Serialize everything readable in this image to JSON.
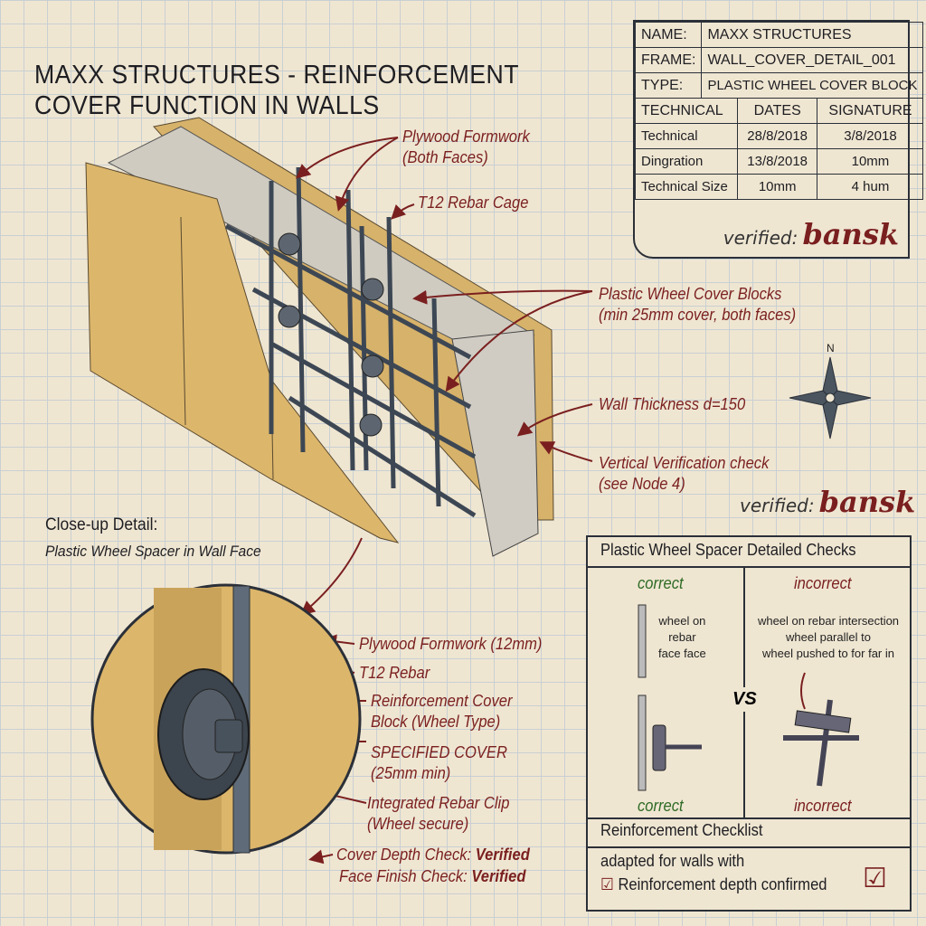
{
  "title": {
    "line1": "MAXX STRUCTURES - REINFORCEMENT",
    "line2": "COVER FUNCTION IN WALLS"
  },
  "title_block": {
    "name_label": "NAME:",
    "name": "MAXX STRUCTURES",
    "frame_label": "FRAME:",
    "frame": "WALL_COVER_DETAIL_001",
    "type_label": "TYPE:",
    "type": "PLASTIC WHEEL COVER BLOCK",
    "headers": [
      "TECHNICAL",
      "DATES",
      "SIGNATURE"
    ],
    "rows": [
      [
        "Technical",
        "28/8/2018",
        "3/8/2018"
      ],
      [
        "Dingration",
        "13/8/2018",
        "10mm"
      ],
      [
        "Technical Size",
        "10mm",
        "4 hum"
      ]
    ],
    "verified_label": "verified:",
    "verified_sig": "bansk"
  },
  "callouts": {
    "plywood1": "Plywood Formwork",
    "plywood2": "(Both Faces)",
    "rebar_cage": "T12 Rebar Cage",
    "wheel1": "Plastic Wheel Cover Blocks",
    "wheel2": "(min 25mm cover, both faces)",
    "thickness": "Wall Thickness d=150",
    "vert1": "Vertical Verification check",
    "vert2": "(see Node 4)",
    "verified_label": "verified:",
    "verified_sig": "bansk"
  },
  "closeup": {
    "heading": "Close-up Detail:",
    "subheading": "Plastic Wheel Spacer in Wall Face",
    "labels": [
      "Plywood Formwork (12mm)",
      "T12 Rebar",
      "Reinforcement Cover",
      "Block (Wheel Type)",
      "SPECIFIED COVER",
      "(25mm min)",
      "Integrated Rebar Clip",
      "(Wheel secure)"
    ],
    "check1_label": "Cover Depth Check:",
    "check1_value": "Verified",
    "check2_label": "Face Finish Check:",
    "check2_value": "Verified"
  },
  "compass": {
    "north": "N"
  },
  "checks": {
    "title": "Plastic Wheel Spacer Detailed Checks",
    "correct": "correct",
    "incorrect": "incorrect",
    "vs": "VS",
    "correct_note": [
      "wheel on",
      "rebar",
      "face face"
    ],
    "incorrect_note": [
      "wheel on rebar intersection",
      "wheel parallel to",
      "wheel pushed to for far in"
    ],
    "checklist_title": "Reinforcement Checklist",
    "checklist_intro": "adapted for walls with",
    "checklist_item": "Reinforcement depth confirmed",
    "checklist_item_checked": true
  },
  "colors": {
    "ink": "#1e1e22",
    "callout": "#7a1f1f",
    "correct": "#2f6b25",
    "wood": "#d9b56a",
    "concrete": "#c9c6bd"
  }
}
